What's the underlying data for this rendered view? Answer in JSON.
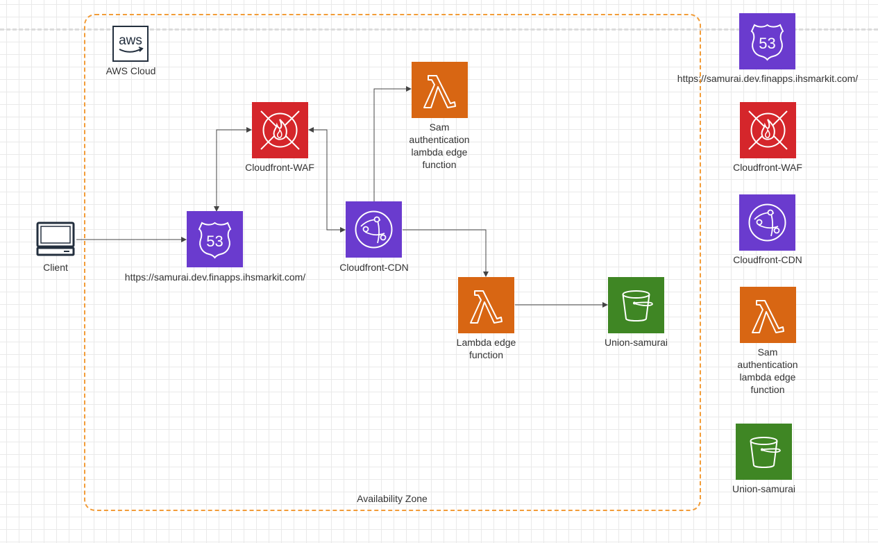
{
  "colors": {
    "route53": "#6a3bce",
    "waf": "#d5262b",
    "cdn": "#6a3bce",
    "lambda": "#d86613",
    "s3": "#3f8624",
    "zone_border": "#f29c38",
    "connector": "#444444"
  },
  "diagram": {
    "aws_cloud_label": "AWS Cloud",
    "availability_zone_label": "Availability Zone",
    "client_label": "Client",
    "route53_label": "https://samurai.dev.finapps.ihsmarkit.com/",
    "waf_label": "Cloudfront-WAF",
    "cdn_label": "Cloudfront-CDN",
    "sam_lambda_label": "Sam\nauthentication\nlambda edge\nfunction",
    "lambda_edge_label": "Lambda edge\nfunction",
    "s3_label": "Union-samurai"
  },
  "legend": {
    "route53_label": "https://samurai.dev.finapps.ihsmarkit.com/",
    "waf_label": "Cloudfront-WAF",
    "cdn_label": "Cloudfront-CDN",
    "sam_lambda_label": "Sam\nauthentication\nlambda edge\nfunction",
    "s3_label": "Union-samurai"
  },
  "icons": {
    "aws": "aws-logo-icon",
    "client": "computer-icon",
    "route53": "route53-shield-icon",
    "waf": "waf-fire-icon",
    "cdn": "cloudfront-globe-icon",
    "lambda": "lambda-icon",
    "s3": "s3-bucket-icon"
  }
}
